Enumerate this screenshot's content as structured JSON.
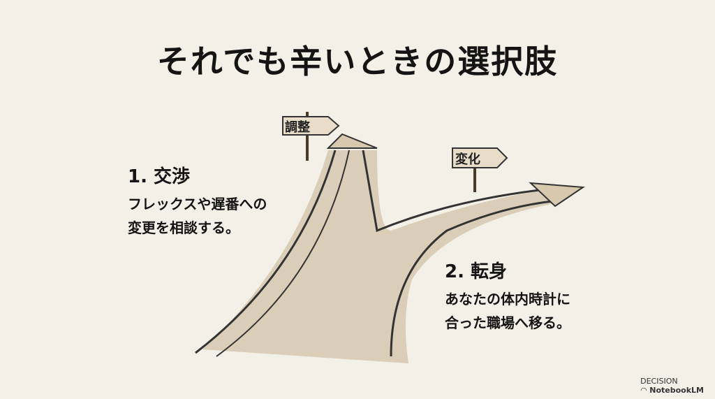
{
  "title": "それでも辛いときの選択肢",
  "signs": {
    "left": "調整",
    "right": "変化"
  },
  "options": [
    {
      "heading": "1. 交渉",
      "lines": [
        "フレックスや遅番への",
        "変更を相談する。"
      ]
    },
    {
      "heading": "2. 転身",
      "lines": [
        "あなたの体内時計に",
        "合った職場へ移る。"
      ]
    }
  ],
  "footer": {
    "label": "DECISION",
    "brand": "NotebookLM"
  }
}
